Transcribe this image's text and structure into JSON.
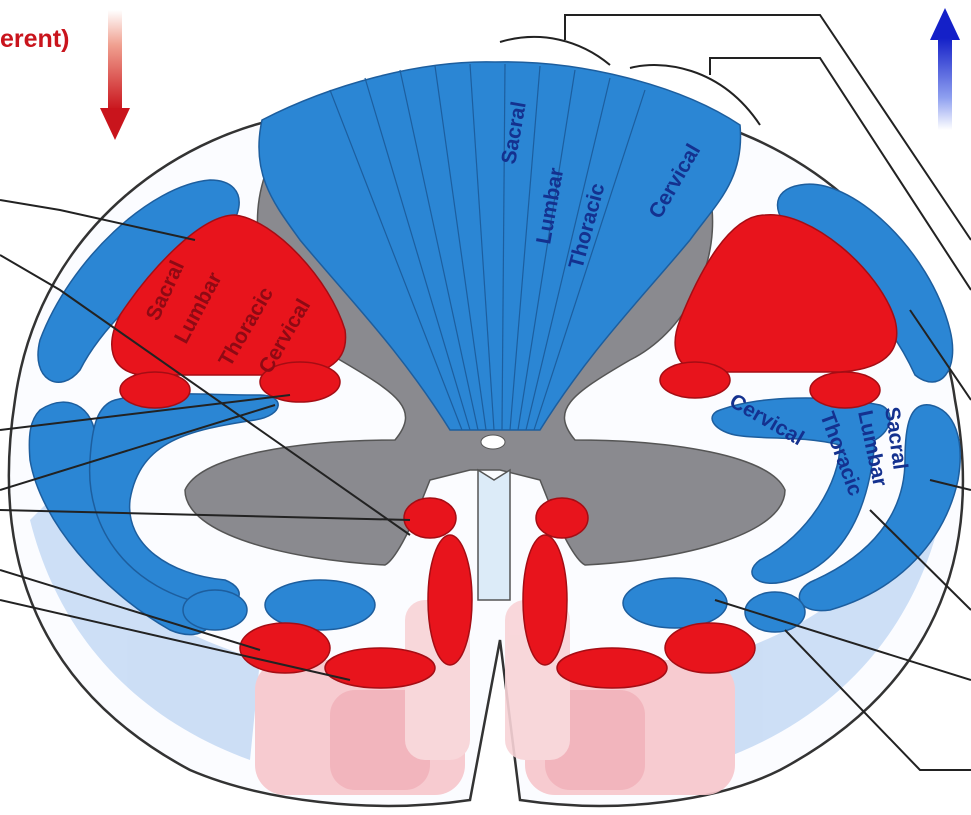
{
  "corner_text": "erent)",
  "dorsal_column_labels": [
    "Sacral",
    "Lumbar",
    "Thoracic",
    "Cervical"
  ],
  "left_red_tract_labels": [
    "Sacral",
    "Lumbar",
    "Thoracic",
    "Cervical"
  ],
  "right_blue_tract_labels": [
    "Cervical",
    "Thoracic",
    "Lumbar",
    "Sacral"
  ],
  "colors": {
    "descending_arrow": "#c9141c",
    "ascending_arrow": "#1420c8",
    "ascending_tract": "#2b86d4",
    "descending_tract": "#e8141c",
    "gray_matter": "#8a8a8f",
    "outline": "#333333"
  }
}
